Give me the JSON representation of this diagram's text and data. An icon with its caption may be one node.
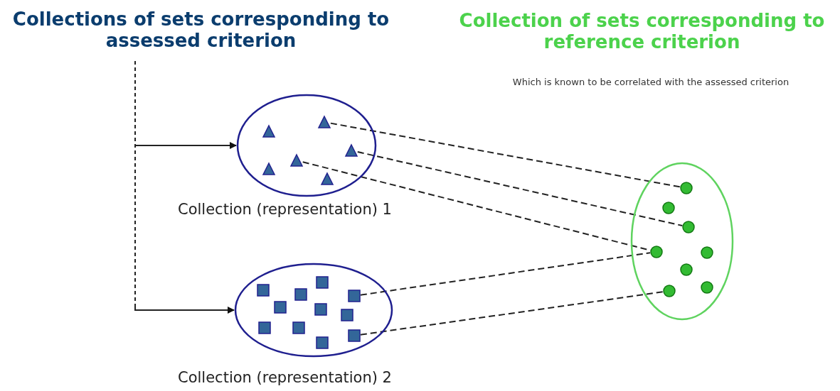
{
  "diagram": {
    "nodes": [
      {
        "text": [
          "Collections of sets corresponding to assessed criterion"
        ]
      },
      {
        "text": [],
        "shape": "ellipse",
        "beside": [
          "Collection (representation) 1"
        ]
      },
      {
        "text": [],
        "shape": "triangle",
        "in": 1
      },
      {
        "text": [],
        "shape": "triangle",
        "in": 1
      },
      {
        "text": [],
        "shape": "triangle",
        "in": 1
      },
      {
        "text": [],
        "shape": "triangle",
        "in": 1
      },
      {
        "text": [],
        "shape": "triangle",
        "in": 1
      },
      {
        "text": [],
        "shape": "triangle",
        "in": 1
      },
      {
        "text": [],
        "shape": "ellipse",
        "beside": [
          "Collection (representation) 2"
        ]
      },
      {
        "text": [],
        "shape": "square",
        "in": 8
      },
      {
        "text": [],
        "shape": "square",
        "in": 8
      },
      {
        "text": [],
        "shape": "square",
        "in": 8
      },
      {
        "text": [],
        "shape": "square",
        "in": 8
      },
      {
        "text": [],
        "shape": "square",
        "in": 8
      },
      {
        "text": [],
        "shape": "square",
        "in": 8
      },
      {
        "text": [],
        "shape": "square",
        "in": 8
      },
      {
        "text": [],
        "shape": "square",
        "in": 8
      },
      {
        "text": [],
        "shape": "square",
        "in": 8
      },
      {
        "text": [],
        "shape": "square",
        "in": 8
      },
      {
        "text": [],
        "shape": "square",
        "in": 8
      },
      {
        "text": [],
        "shape": "ellipse"
      },
      {
        "text": [],
        "shape": "circle",
        "in": 20
      },
      {
        "text": [],
        "shape": "circle",
        "in": 20
      },
      {
        "text": [],
        "shape": "circle",
        "in": 20
      },
      {
        "text": [],
        "shape": "circle",
        "in": 20
      },
      {
        "text": [],
        "shape": "circle",
        "in": 20
      },
      {
        "text": [],
        "shape": "circle",
        "in": 20
      },
      {
        "text": [],
        "shape": "circle",
        "in": 20
      },
      {
        "text": [],
        "shape": "circle",
        "in": 20
      }
    ],
    "edges": [
      {
        "from": 0,
        "to": 1,
        "arrow": "to",
        "style": "dashed"
      },
      {
        "from": 0,
        "to": 8,
        "arrow": "to",
        "style": "dashed"
      },
      {
        "from": 2,
        "to": 21,
        "arrow": "none",
        "style": "dashed"
      },
      {
        "from": 4,
        "to": 23,
        "arrow": "none",
        "style": "dashed"
      },
      {
        "from": 5,
        "to": 24,
        "arrow": "none",
        "style": "dashed"
      },
      {
        "from": 12,
        "to": 24,
        "arrow": "none",
        "style": "dashed"
      },
      {
        "from": 18,
        "to": 28,
        "arrow": "none",
        "style": "dashed"
      }
    ],
    "labels": [
      "Collection of sets corresponding to reference criterion",
      "Which is known to be correlated with the assessed criterion"
    ]
  }
}
